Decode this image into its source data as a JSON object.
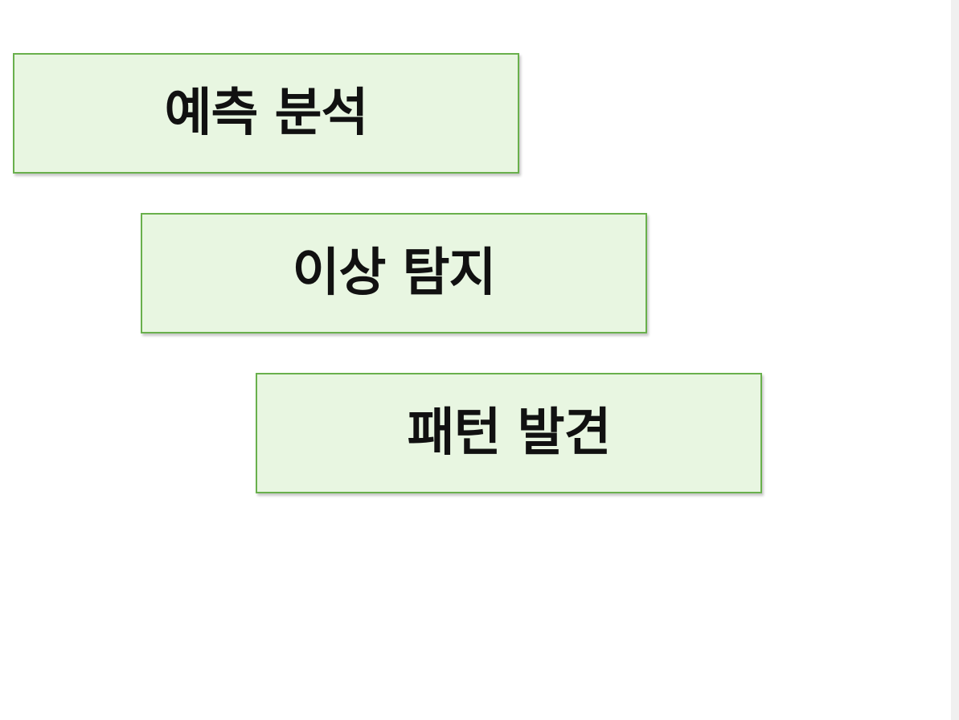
{
  "diagram": {
    "boxes": [
      {
        "label": "예측 분석"
      },
      {
        "label": "이상 탐지"
      },
      {
        "label": "패턴 발견"
      }
    ],
    "colors": {
      "box_fill": "#e8f6e1",
      "box_border": "#69b04c",
      "text": "#111111",
      "background": "#ffffff"
    }
  }
}
